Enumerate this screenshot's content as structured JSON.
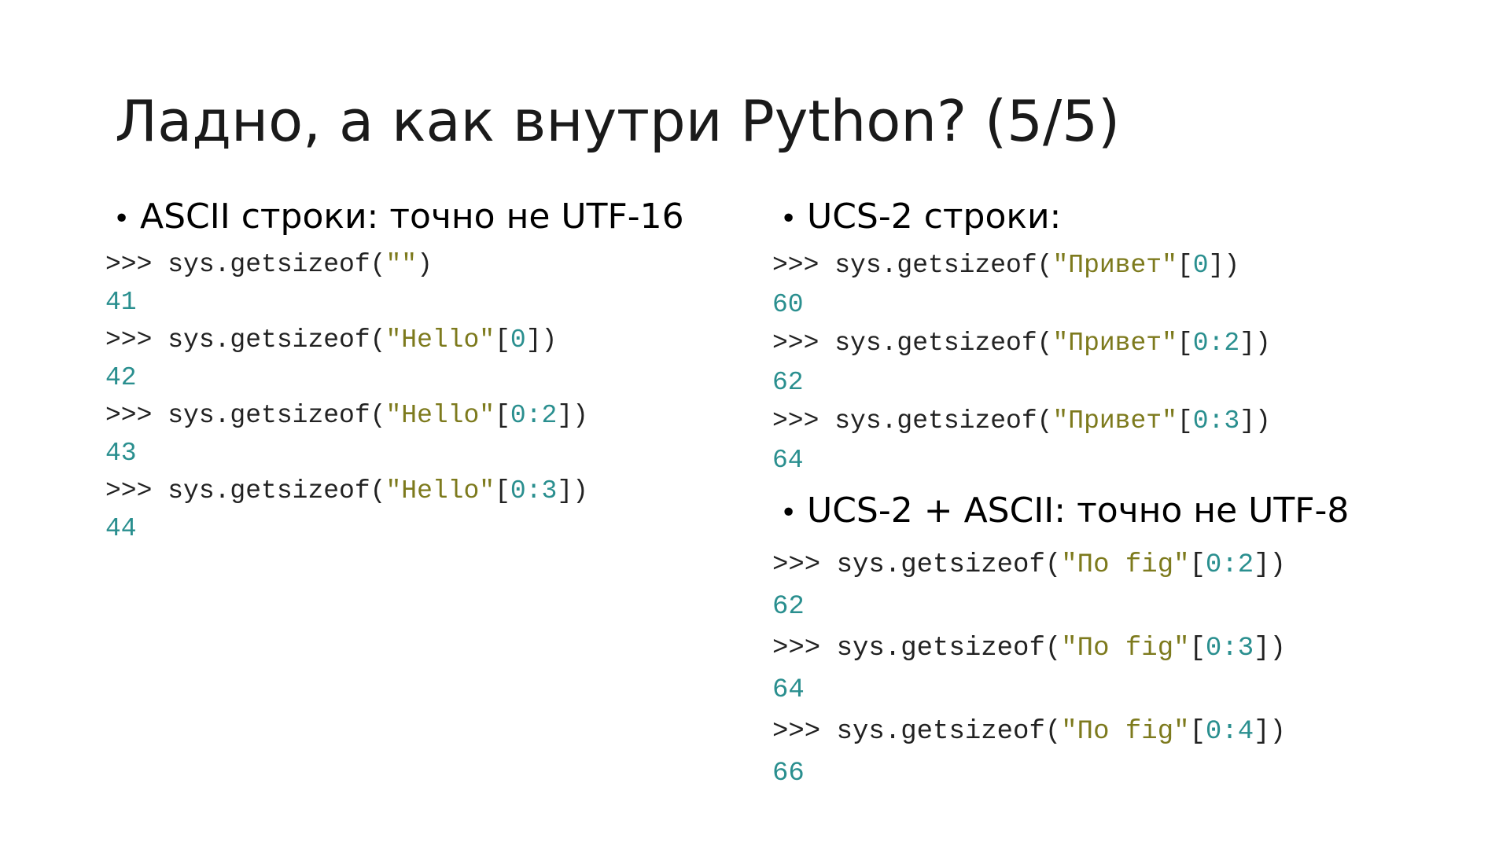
{
  "title": "Ладно, а как внутри Python? (5/5)",
  "left": {
    "bullet": "ASCII строки: точно не UTF-16",
    "lines": [
      {
        "prompt": ">>> ",
        "call": "sys.getsizeof(",
        "str": "\"\"",
        "open": "",
        "index": "",
        "close": ")",
        "output": "41"
      },
      {
        "prompt": ">>> ",
        "call": "sys.getsizeof(",
        "str": "\"Hello\"",
        "open": "[",
        "index": "0",
        "close": "])",
        "output": "42"
      },
      {
        "prompt": ">>> ",
        "call": "sys.getsizeof(",
        "str": "\"Hello\"",
        "open": "[",
        "index": "0:2",
        "close": "])",
        "output": "43"
      },
      {
        "prompt": ">>> ",
        "call": "sys.getsizeof(",
        "str": "\"Hello\"",
        "open": "[",
        "index": "0:3",
        "close": "])",
        "output": "44"
      }
    ]
  },
  "right": {
    "bullet1": "UCS-2 строки:",
    "lines1": [
      {
        "prompt": ">>> ",
        "call": "sys.getsizeof(",
        "str": "\"Привет\"",
        "open": "[",
        "index": "0",
        "close": "])",
        "output": "60"
      },
      {
        "prompt": ">>> ",
        "call": "sys.getsizeof(",
        "str": "\"Привет\"",
        "open": "[",
        "index": "0:2",
        "close": "])",
        "output": "62"
      },
      {
        "prompt": ">>> ",
        "call": "sys.getsizeof(",
        "str": "\"Привет\"",
        "open": "[",
        "index": "0:3",
        "close": "])",
        "output": "64"
      }
    ],
    "bullet2": "UCS-2 + ASCII: точно не UTF-8",
    "lines2": [
      {
        "prompt": ">>> ",
        "call": "sys.getsizeof(",
        "str": "\"По fig\"",
        "open": "[",
        "index": "0:2",
        "close": "])",
        "output": "62"
      },
      {
        "prompt": ">>> ",
        "call": "sys.getsizeof(",
        "str": "\"По fig\"",
        "open": "[",
        "index": "0:3",
        "close": "])",
        "output": "64"
      },
      {
        "prompt": ">>> ",
        "call": "sys.getsizeof(",
        "str": "\"По fig\"",
        "open": "[",
        "index": "0:4",
        "close": "])",
        "output": "66"
      }
    ]
  },
  "colors": {
    "background": "#ffffff",
    "text": "#000000",
    "code": "#222222",
    "string": "#7d7a1d",
    "number": "#2a8f8f"
  }
}
